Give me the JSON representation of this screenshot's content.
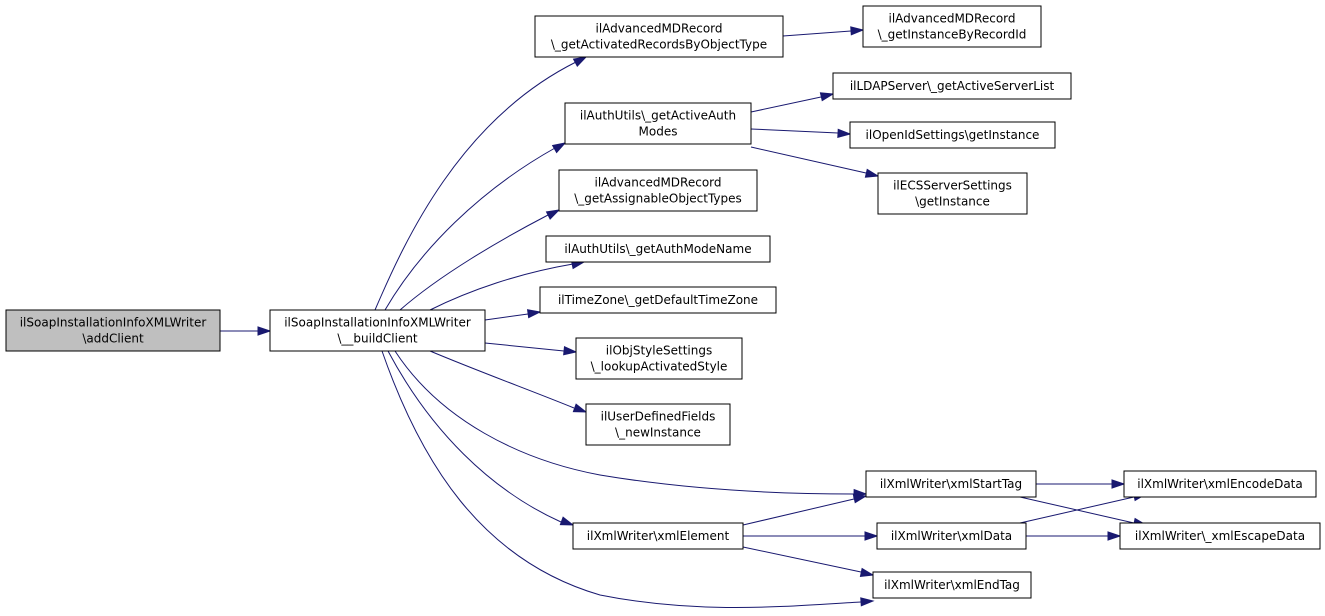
{
  "nodes": {
    "addClient": [
      "ilSoapInstallationInfoXMLWriter",
      "\\addClient"
    ],
    "buildClient": [
      "ilSoapInstallationInfoXMLWriter",
      "\\__buildClient"
    ],
    "getActivatedRecords": [
      "ilAdvancedMDRecord",
      "\\_getActivatedRecordsByObjectType"
    ],
    "getInstanceByRecord": [
      "ilAdvancedMDRecord",
      "\\_getInstanceByRecordId"
    ],
    "getActiveAuthModes": [
      "ilAuthUtils\\_getActiveAuth",
      "Modes"
    ],
    "ldapServerList": [
      "ilLDAPServer\\_getActiveServerList"
    ],
    "openIdInstance": [
      "ilOpenIdSettings\\getInstance"
    ],
    "ecsInstance": [
      "ilECSServerSettings",
      "\\getInstance"
    ],
    "assignableTypes": [
      "ilAdvancedMDRecord",
      "\\_getAssignableObjectTypes"
    ],
    "authModeName": [
      "ilAuthUtils\\_getAuthModeName"
    ],
    "defaultTimeZone": [
      "ilTimeZone\\_getDefaultTimeZone"
    ],
    "lookupStyle": [
      "ilObjStyleSettings",
      "\\_lookupActivatedStyle"
    ],
    "udfNewInstance": [
      "ilUserDefinedFields",
      "\\_newInstance"
    ],
    "xmlStartTag": [
      "ilXmlWriter\\xmlStartTag"
    ],
    "xmlEncodeData": [
      "ilXmlWriter\\xmlEncodeData"
    ],
    "xmlElement": [
      "ilXmlWriter\\xmlElement"
    ],
    "xmlData": [
      "ilXmlWriter\\xmlData"
    ],
    "xmlEscapeData": [
      "ilXmlWriter\\_xmlEscapeData"
    ],
    "xmlEndTag": [
      "ilXmlWriter\\xmlEndTag"
    ]
  },
  "colors": {
    "edge": "#191970",
    "root_fill": "#bfbfbf",
    "node_fill": "#ffffff",
    "node_border": "#000000"
  }
}
